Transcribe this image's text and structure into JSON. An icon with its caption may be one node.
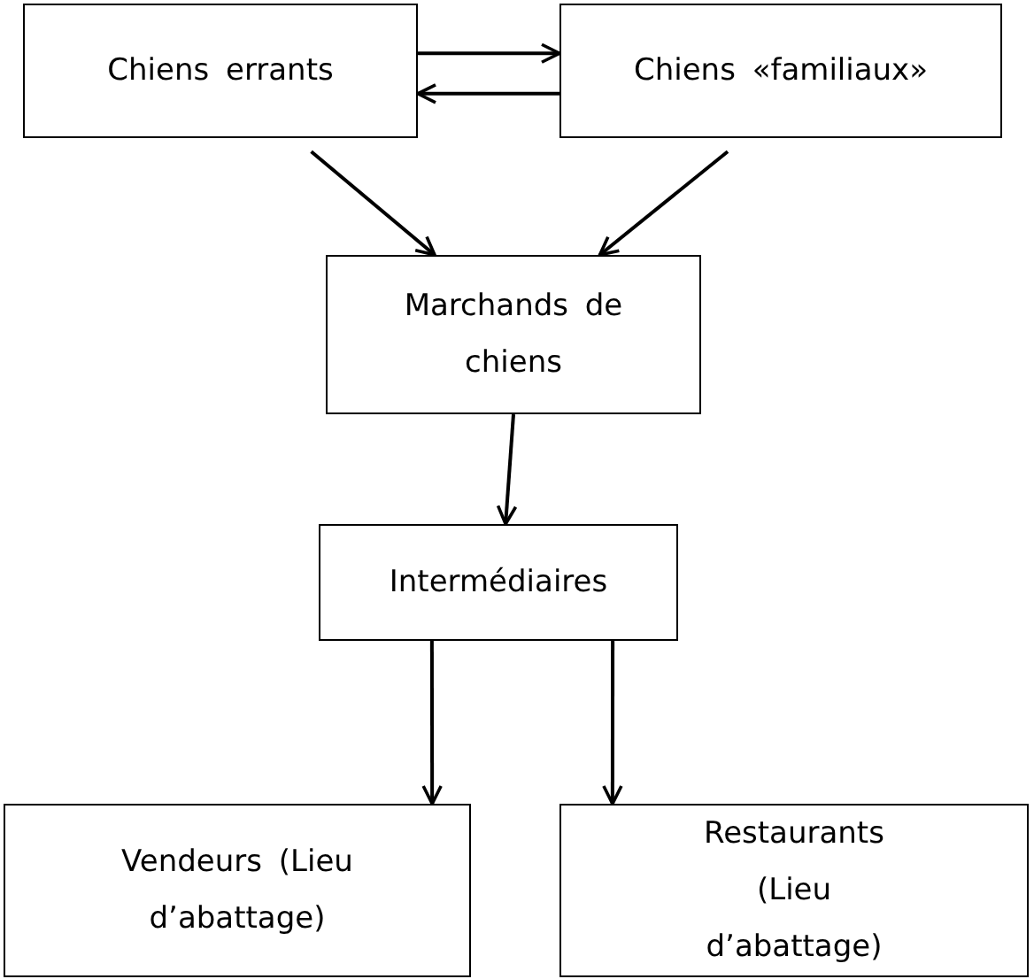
{
  "diagram": {
    "nodes": [
      {
        "text": [
          "Chiens errants"
        ]
      },
      {
        "text": [
          "Chiens «familiaux»"
        ]
      },
      {
        "text": [
          "Marchands de chiens"
        ]
      },
      {
        "text": [
          "Intermédiaires"
        ]
      },
      {
        "text": [
          "Vendeurs (Lieu d’abattage)"
        ]
      },
      {
        "text": [
          "Restaurants (Lieu d’abattage)"
        ]
      }
    ],
    "edges": [
      {
        "from": 0,
        "to": 1,
        "arrow": "to"
      },
      {
        "from": 1,
        "to": 0,
        "arrow": "to"
      },
      {
        "from": 0,
        "to": 2,
        "arrow": "to"
      },
      {
        "from": 1,
        "to": 2,
        "arrow": "to"
      },
      {
        "from": 2,
        "to": 3,
        "arrow": "to"
      },
      {
        "from": 3,
        "to": 4,
        "arrow": "to"
      },
      {
        "from": 3,
        "to": 5,
        "arrow": "to"
      }
    ]
  }
}
